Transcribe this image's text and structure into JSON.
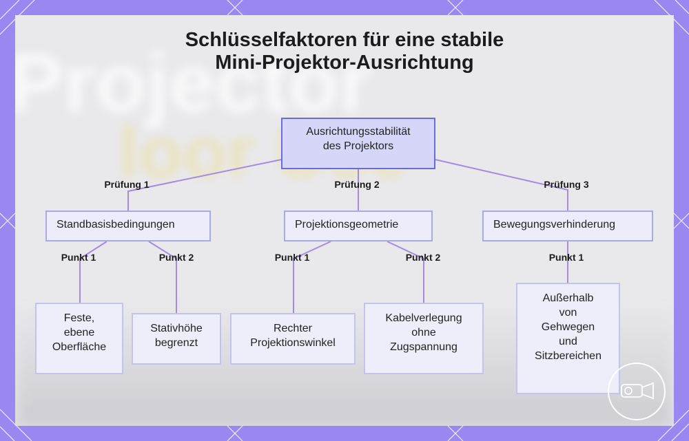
{
  "title_line1": "Schlüsselfaktoren für eine stabile",
  "title_line2": "Mini-Projektor-Ausrichtung",
  "background_words": [
    "Projector",
    "loor Use"
  ],
  "root": {
    "line1": "Ausrichtungsstabilität",
    "line2": "des Projektors"
  },
  "branches": [
    {
      "edge_label": "Prüfung 1",
      "label": "Standbasisbedingungen"
    },
    {
      "edge_label": "Prüfung 2",
      "label": "Projektionsgeometrie"
    },
    {
      "edge_label": "Prüfung 3",
      "label": "Bewegungsverhinderung"
    }
  ],
  "leaves": [
    {
      "edge_label": "Punkt 1",
      "lines": [
        "Feste,",
        "ebene",
        "Oberfläche"
      ]
    },
    {
      "edge_label": "Punkt 2",
      "lines": [
        "Stativhöhe",
        "begrenzt"
      ]
    },
    {
      "edge_label": "Punkt 1",
      "lines": [
        "Rechter",
        "Projektionswinkel"
      ]
    },
    {
      "edge_label": "Punkt 2",
      "lines": [
        "Kabelverlegung",
        "ohne",
        "Zugspannung"
      ]
    },
    {
      "edge_label": "Punkt 1",
      "lines": [
        "Außerhalb",
        "von",
        "Gehwegen",
        "und",
        "Sitzbereichen"
      ]
    }
  ],
  "colors": {
    "frame": "#9b87f0",
    "panel": "#e9e9ec",
    "node_fill": "#ececfa",
    "node_border": "#a9a9e8",
    "root_fill": "#d6d6f8",
    "root_border": "#6a6adc",
    "connector": "#a48ae0"
  }
}
